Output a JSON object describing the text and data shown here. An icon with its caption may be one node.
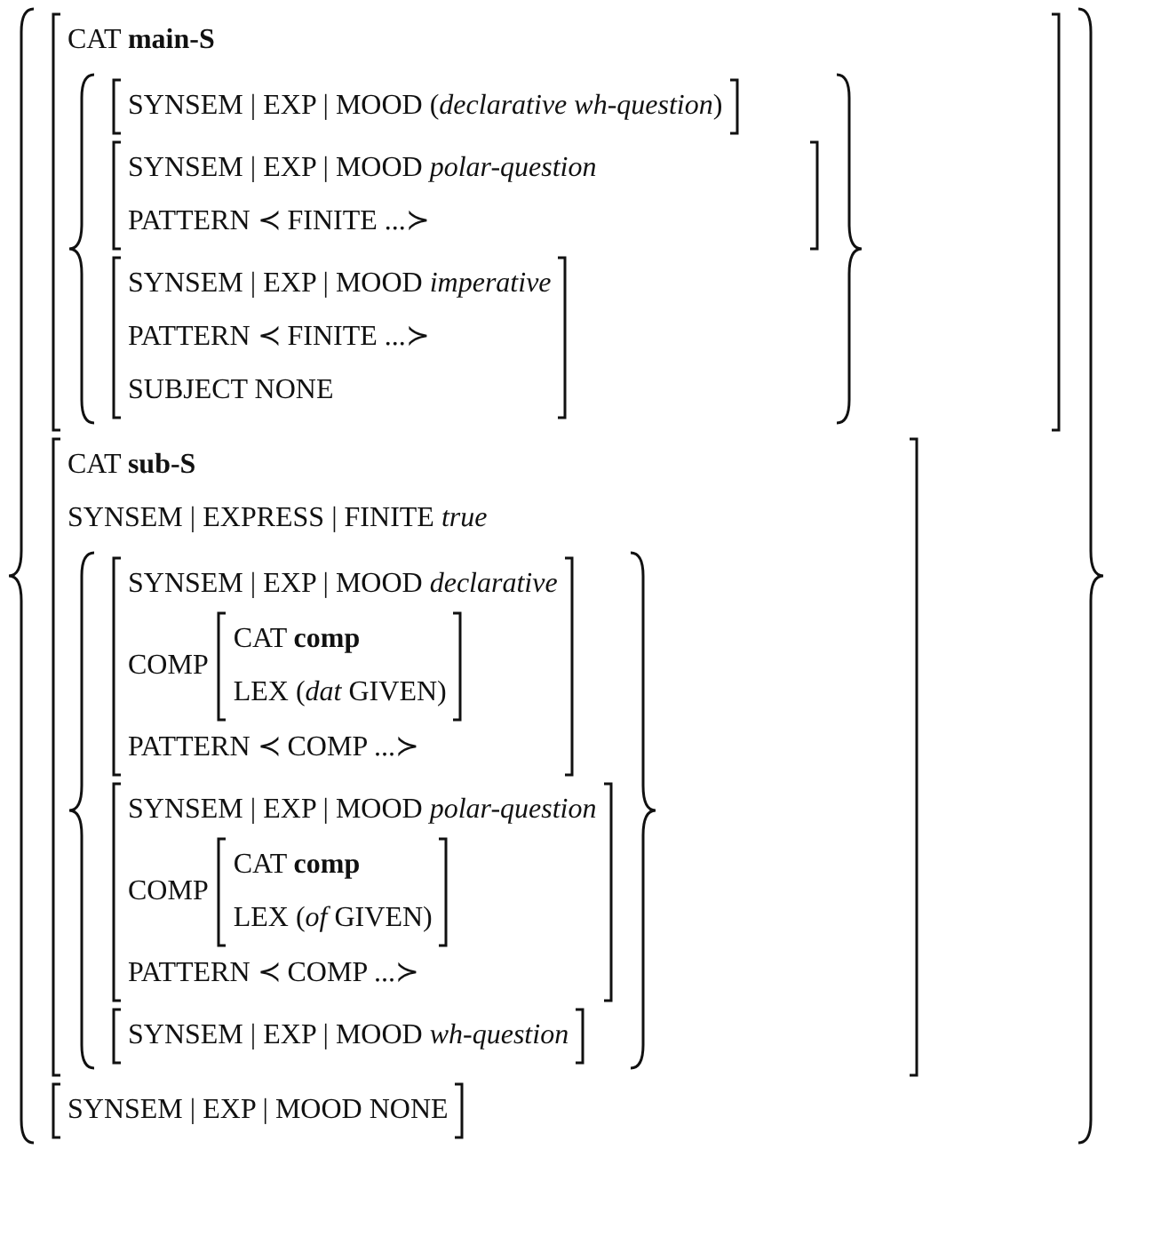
{
  "diagram": {
    "nodes": [
      {
        "text": [],
        "shape": "brace"
      },
      {
        "text": [
          "CAT **main-S**"
        ],
        "in": 0
      },
      {
        "text": [],
        "shape": "brace",
        "in": 1
      },
      {
        "text": [
          "SYNSEM | EXP | MOOD (*declarative wh-question*)"
        ],
        "in": 2
      },
      {
        "text": [
          "SYNSEM | EXP | MOOD *polar-question*",
          "PATTERN ≺ FINITE ...≻"
        ],
        "in": 2
      },
      {
        "text": [
          "SYNSEM | EXP | MOOD *imperative*",
          "PATTERN ≺ FINITE ...≻",
          "SUBJECT NONE"
        ],
        "in": 2
      },
      {
        "text": [
          "CAT **sub-S**",
          "SYNSEM | EXPRESS | FINITE *true*"
        ],
        "in": 0
      },
      {
        "text": [],
        "shape": "brace",
        "in": 6
      },
      {
        "text": [
          "SYNSEM | EXP | MOOD *declarative*",
          "COMP",
          "PATTERN ≺ COMP ...≻"
        ],
        "in": 7
      },
      {
        "text": [
          "CAT **comp**",
          "LEX (*dat* GIVEN)"
        ],
        "in": 8
      },
      {
        "text": [
          "SYNSEM | EXP | MOOD *polar-question*",
          "COMP",
          "PATTERN ≺ COMP ...≻"
        ],
        "in": 7
      },
      {
        "text": [
          "CAT **comp**",
          "LEX (*of* GIVEN)"
        ],
        "in": 10
      },
      {
        "text": [
          "SYNSEM | EXP | MOOD *wh-question*"
        ],
        "in": 7
      },
      {
        "text": [
          "SYNSEM | EXP | MOOD NONE"
        ],
        "in": 0
      }
    ]
  }
}
